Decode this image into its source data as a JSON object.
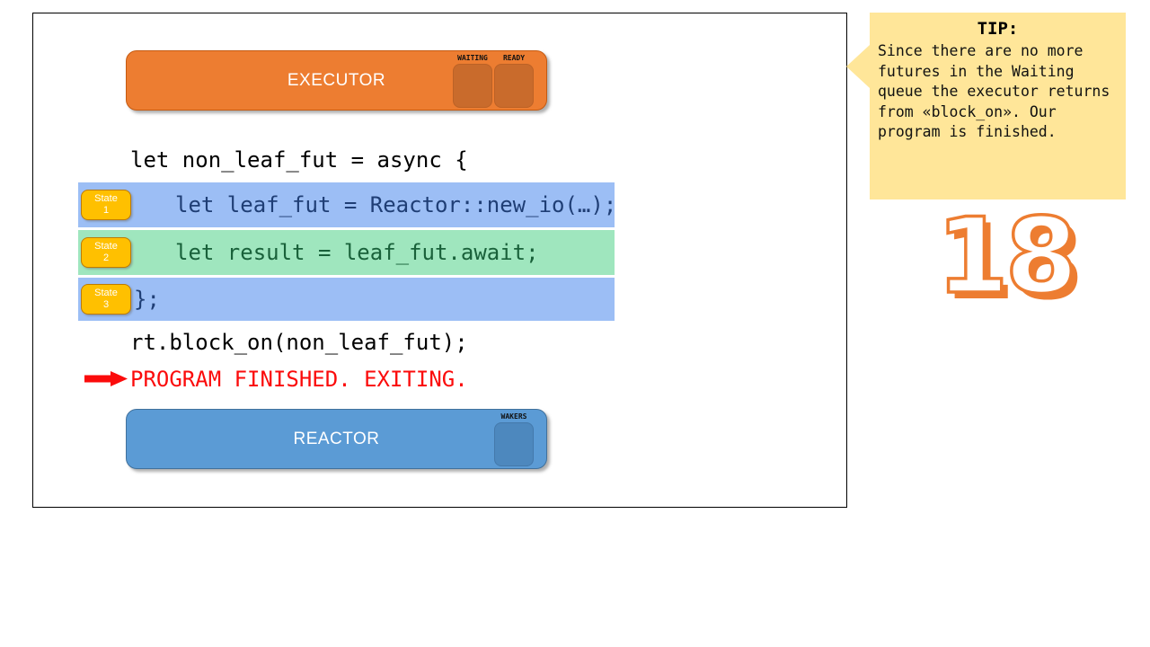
{
  "diagram": {
    "executor": {
      "label": "EXECUTOR",
      "queues": [
        {
          "label": "WAITING"
        },
        {
          "label": "READY"
        }
      ]
    },
    "reactor": {
      "label": "REACTOR",
      "queues": [
        {
          "label": "WAKERS"
        }
      ]
    },
    "code": {
      "line1": "let non_leaf_fut = async {",
      "states": [
        {
          "badge_label": "State",
          "badge_number": "1",
          "code": "let leaf_fut = Reactor::new_io(…);",
          "highlight": "blue"
        },
        {
          "badge_label": "State",
          "badge_number": "2",
          "code": "let result = leaf_fut.await;",
          "highlight": "green"
        },
        {
          "badge_label": "State",
          "badge_number": "3",
          "code": "};",
          "highlight": "blue"
        }
      ],
      "line2": "rt.block_on(non_leaf_fut);",
      "status": "PROGRAM FINISHED. EXITING."
    }
  },
  "tip": {
    "title": "TIP:",
    "body_lines": [
      "Since there are no more",
      "futures in the Waiting",
      "queue the executor returns",
      "from «block_on». Our",
      "program is finished."
    ]
  },
  "slide_number": "18",
  "colors": {
    "executor_fill": "#ED7D31",
    "executor_border": "#C55A11",
    "executor_slot": "#C96B2C",
    "reactor_fill": "#5B9BD5",
    "reactor_border": "#41719C",
    "reactor_slot": "#4D88BE",
    "state_badge": "#FFC000",
    "row_blue": "#9CBEF5",
    "row_green": "#9FE6BE",
    "code_navy": "#1F3E75",
    "code_green": "#19613A",
    "status_red": "#FB0B0B",
    "tip_yellow": "#FFE699",
    "number_orange": "#ED7D31"
  }
}
